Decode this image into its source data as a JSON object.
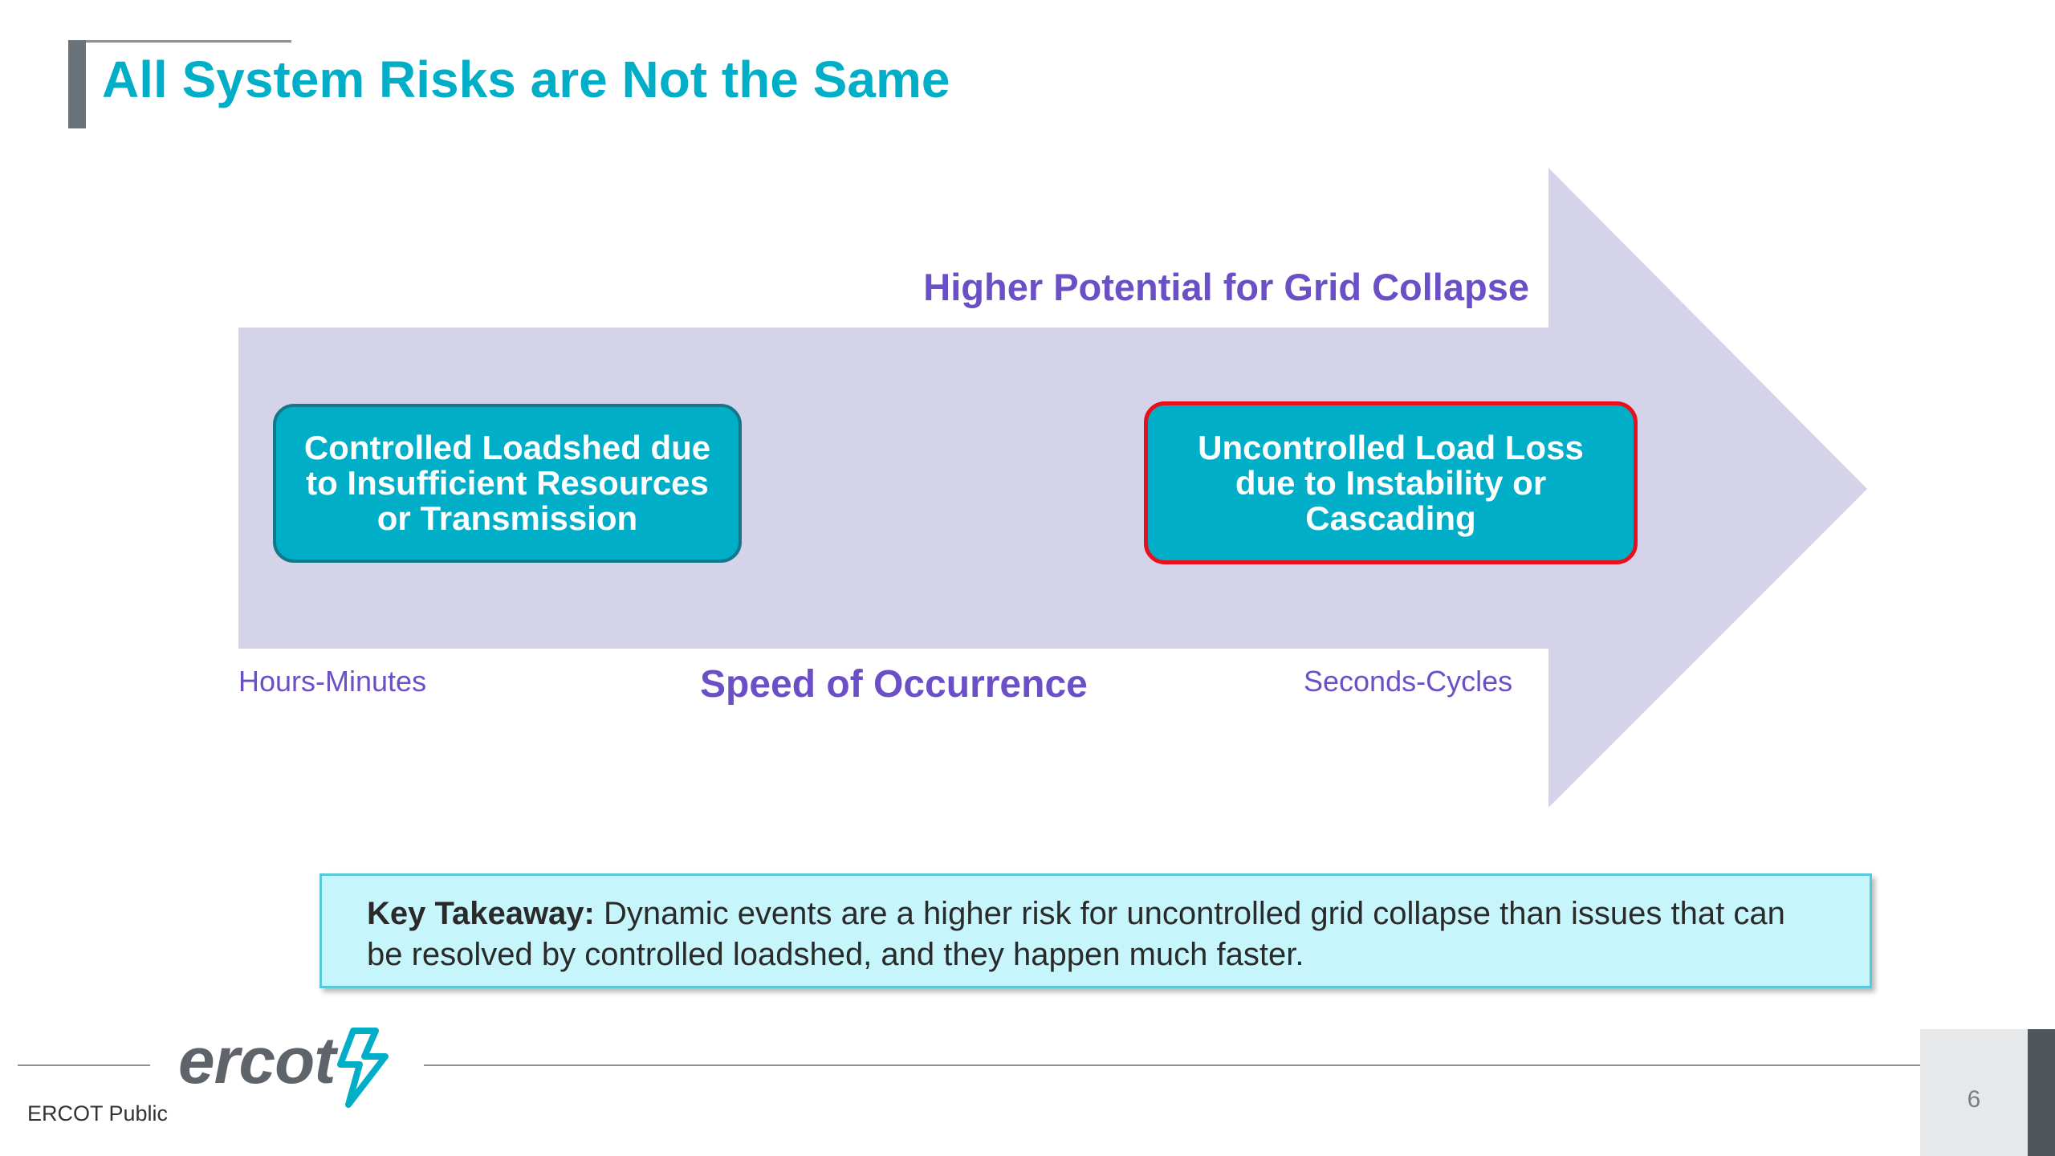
{
  "title": "All System Risks are Not the Same",
  "diagram": {
    "top_label": "Higher Potential for Grid Collapse",
    "left_box": "Controlled Loadshed due to Insufficient Resources or Transmission",
    "right_box": "Uncontrolled Load Loss due to Instability or Cascading",
    "axis_left": "Hours-Minutes",
    "axis_center": "Speed of Occurrence",
    "axis_right": "Seconds-Cycles"
  },
  "takeaway": {
    "label": "Key Takeaway:",
    "text": " Dynamic events are a higher risk for uncontrolled grid collapse than issues that can be resolved by controlled loadshed, and they happen much faster."
  },
  "footer": {
    "logo_text": "ercot",
    "classification": "ERCOT Public",
    "page_number": "6"
  },
  "colors": {
    "title": "#00aec7",
    "arrow": "#d5d3ea",
    "label_purple": "#6a4fc6",
    "box_fill": "#00aec7",
    "box_left_border": "#13788a",
    "box_right_border": "#e8101c",
    "takeaway_fill": "#c6f6fb",
    "takeaway_border": "#58c7d6"
  },
  "icons": {
    "logo_mark": "ercot-lightning-mark-icon",
    "arrow": "right-arrow-shape"
  }
}
